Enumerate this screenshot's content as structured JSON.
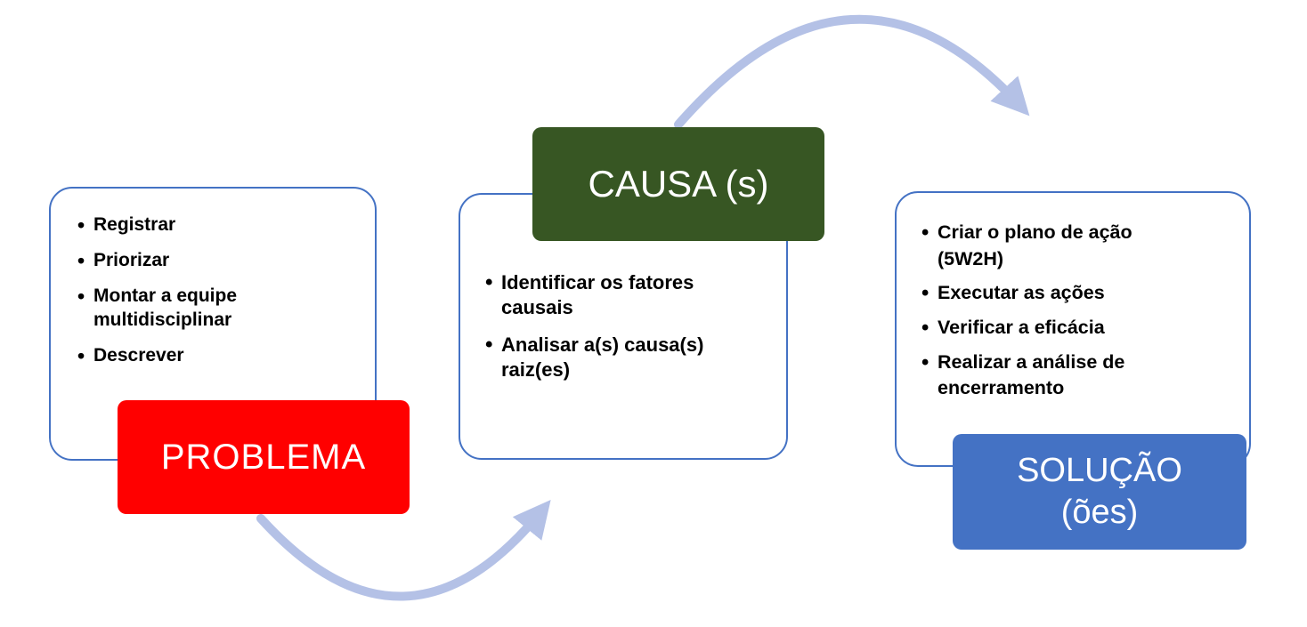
{
  "diagram": {
    "border_color": "#4472c4",
    "arrow_color": "#b4c1e6",
    "problema": {
      "label": "PROBLEMA",
      "color": "#ff0000",
      "bullets": [
        "Registrar",
        "Priorizar",
        "Montar a equipe multidisciplinar",
        "Descrever"
      ]
    },
    "causa": {
      "label": "CAUSA (s)",
      "color": "#375623",
      "bullets": [
        "Identificar os fatores causais",
        "Analisar a(s) causa(s) raiz(es)"
      ]
    },
    "solucao": {
      "label_line1": "SOLUÇÃO",
      "label_line2": "(ões)",
      "color": "#4472c4",
      "bullets": [
        "Criar o plano de ação (5W2H)",
        "Executar as ações",
        "Verificar a eficácia",
        "Realizar a análise de encerramento"
      ]
    }
  }
}
